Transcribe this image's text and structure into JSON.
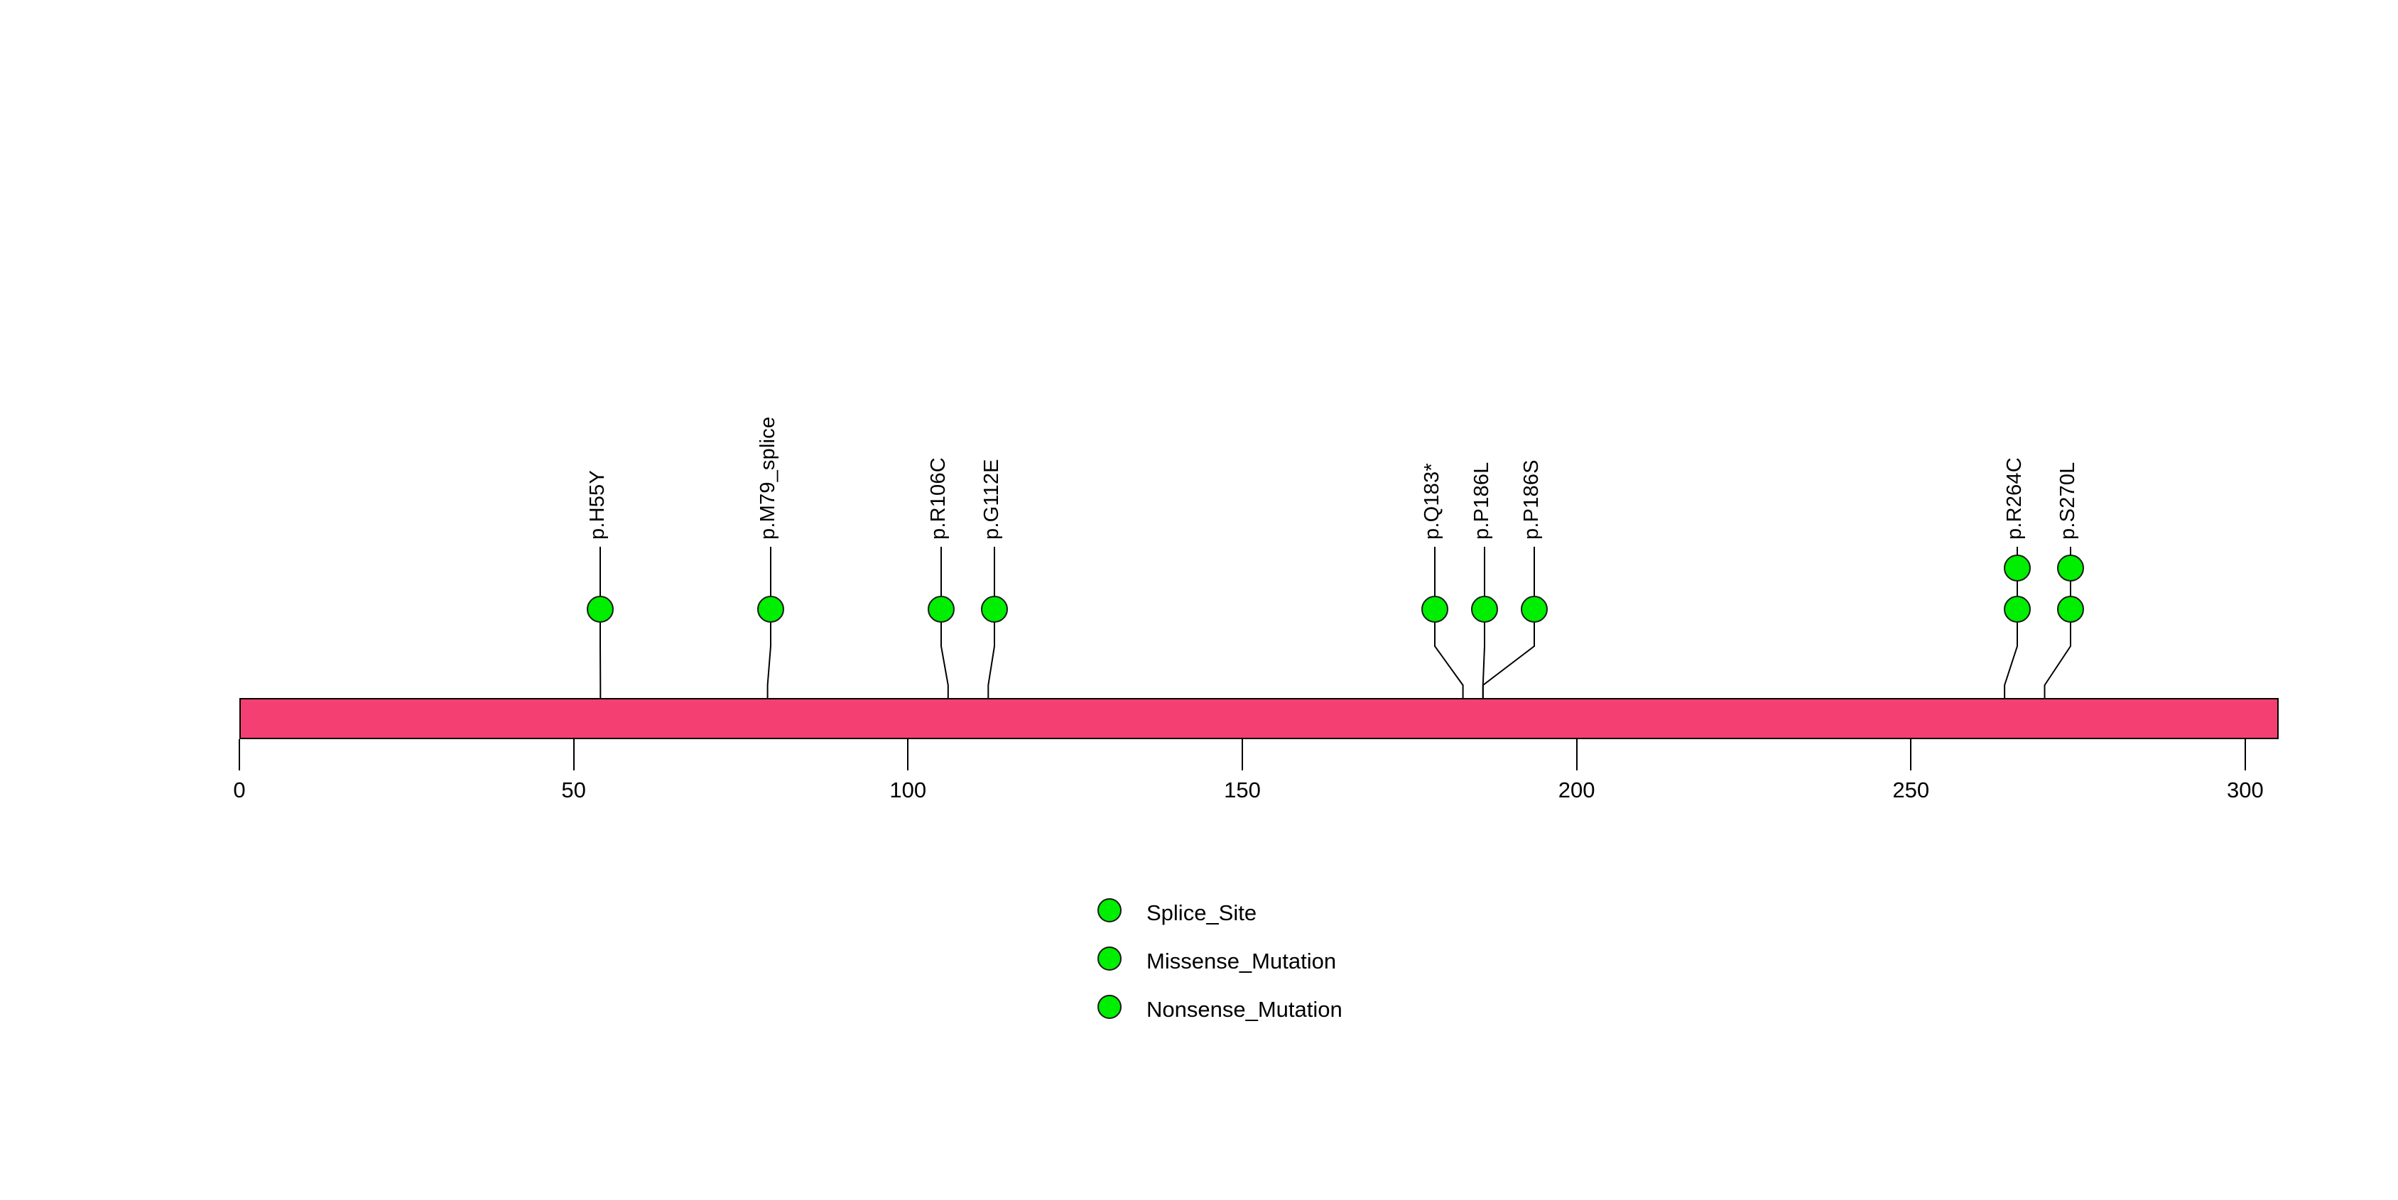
{
  "chart_data": {
    "type": "lollipop",
    "title": "",
    "xlabel": "",
    "ylabel": "",
    "xlim": [
      0,
      305
    ],
    "ticks": [
      0,
      50,
      100,
      150,
      200,
      250,
      300
    ],
    "tick_labels": [
      "0",
      "50",
      "100",
      "150",
      "200",
      "250",
      "300"
    ],
    "grid": false,
    "protein": {
      "length": 305,
      "bar_color": "#F43F72",
      "bar_border": "#000000"
    },
    "marker_color": "#00EE00",
    "marker_border": "#1A1A1A",
    "mutations": [
      {
        "label": "p.H55Y",
        "position": 54,
        "count": 1,
        "class": "Missense_Mutation"
      },
      {
        "label": "p.M79_splice",
        "position": 79,
        "count": 1,
        "class": "Splice_Site"
      },
      {
        "label": "p.R106C",
        "position": 106,
        "count": 1,
        "class": "Missense_Mutation"
      },
      {
        "label": "p.G112E",
        "position": 112,
        "count": 1,
        "class": "Missense_Mutation"
      },
      {
        "label": "p.Q183*",
        "position": 183,
        "count": 1,
        "class": "Nonsense_Mutation"
      },
      {
        "label": "p.P186L",
        "position": 186,
        "count": 1,
        "class": "Missense_Mutation"
      },
      {
        "label": "p.P186S",
        "position": 186,
        "count": 1,
        "class": "Missense_Mutation"
      },
      {
        "label": "p.R264C",
        "position": 264,
        "count": 2,
        "class": "Missense_Mutation"
      },
      {
        "label": "p.S270L",
        "position": 270,
        "count": 2,
        "class": "Missense_Mutation"
      }
    ],
    "legend": {
      "position": "bottom-center",
      "entries": [
        {
          "label": "Splice_Site",
          "color": "#00EE00"
        },
        {
          "label": "Missense_Mutation",
          "color": "#00EE00"
        },
        {
          "label": "Nonsense_Mutation",
          "color": "#00EE00"
        }
      ]
    }
  }
}
